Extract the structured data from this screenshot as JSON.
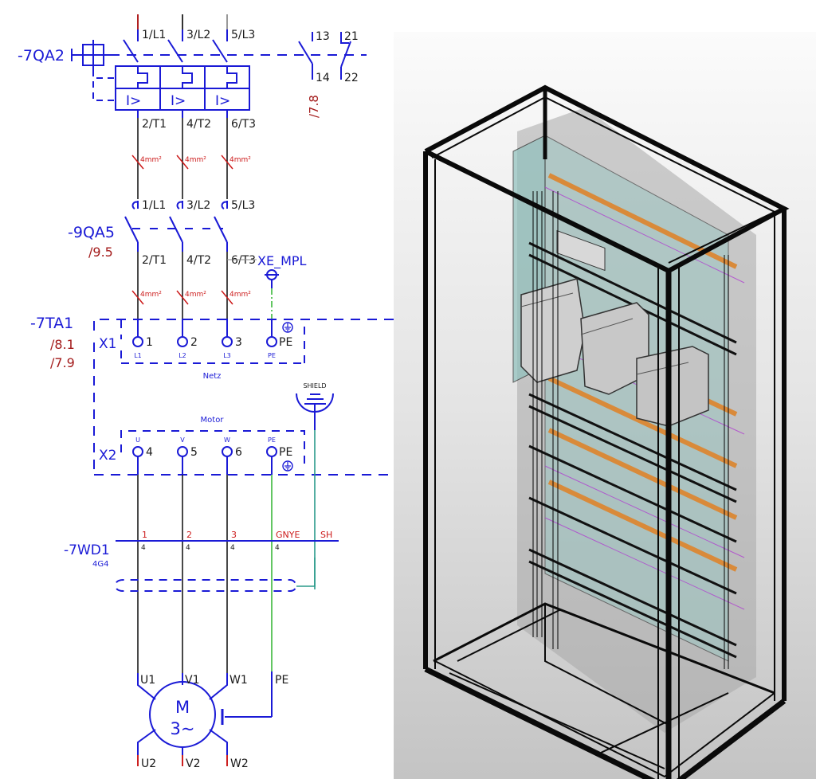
{
  "colors": {
    "symbol": "#1a1ad6",
    "wire": "#1a1a1a",
    "cross_ref": "#a31a1a",
    "cable_core": "#cc1a1a",
    "pe_wire": "#3cb83c",
    "shield_wire": "#2a9a8a",
    "din_rail": "#d98a3a",
    "mounting_plate": "#8fc0bc"
  },
  "breaker_7QA2": {
    "tag": "-7QA2",
    "inputs": [
      "1/L1",
      "3/L2",
      "5/L3"
    ],
    "outputs": [
      "2/T1",
      "4/T2",
      "6/T3"
    ],
    "trip_symbol": "I>",
    "aux_contacts": {
      "no_top": "13",
      "no_bottom": "14",
      "nc_top": "21",
      "nc_bottom": "22"
    },
    "cross_ref": "/7.8"
  },
  "wire_cross_sections": [
    "4mm²",
    "4mm²",
    "4mm²",
    "4mm²",
    "4mm²",
    "4mm²"
  ],
  "switch_9QA5": {
    "tag": "-9QA5",
    "cross_ref": "/9.5",
    "inputs": [
      "1/L1",
      "3/L2",
      "5/L3"
    ],
    "outputs": [
      "2/T1",
      "4/T2",
      "6/T3"
    ]
  },
  "pe_rail": {
    "tag": "XE_MPL"
  },
  "drive_7TA1": {
    "tag": "-7TA1",
    "cross_refs": [
      "/8.1",
      "/7.9"
    ],
    "x1": {
      "tag": "X1",
      "group": "Netz",
      "terminals": [
        {
          "num": "1",
          "label": "L1"
        },
        {
          "num": "2",
          "label": "L2"
        },
        {
          "num": "3",
          "label": "L3"
        },
        {
          "num": "PE",
          "label": "PE"
        }
      ]
    },
    "x2": {
      "tag": "X2",
      "group": "Motor",
      "terminals": [
        {
          "num": "4",
          "label": "U"
        },
        {
          "num": "5",
          "label": "V"
        },
        {
          "num": "6",
          "label": "W"
        },
        {
          "num": "PE",
          "label": "PE"
        }
      ]
    }
  },
  "shield": {
    "label": "SHIELD"
  },
  "cable_7WD1": {
    "tag": "-7WD1",
    "type": "4G4",
    "cores": [
      {
        "name": "1",
        "size": "4"
      },
      {
        "name": "2",
        "size": "4"
      },
      {
        "name": "3",
        "size": "4"
      },
      {
        "name": "GNYE",
        "size": "4"
      },
      {
        "name": "SH",
        "size": ""
      }
    ]
  },
  "motor": {
    "symbol_top": "M",
    "symbol_bottom": "3~",
    "top_terminals": [
      "U1",
      "V1",
      "W1"
    ],
    "pe_label": "PE",
    "bottom_terminals": [
      "U2",
      "V2",
      "W2"
    ]
  },
  "cabinet_3d": {
    "description": "3D enclosure layout view with mounting plate, DIN rails, cable ducts and three drive units"
  }
}
